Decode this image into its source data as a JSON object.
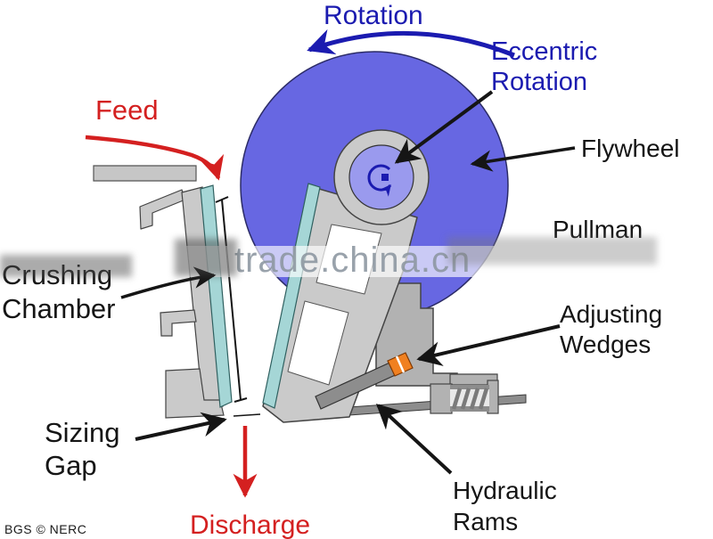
{
  "labels": {
    "rotation": "Rotation",
    "eccentric_rotation": {
      "line1": "Eccentric",
      "line2": "Rotation"
    },
    "flywheel": "Flywheel",
    "pullman": "Pullman",
    "feed": "Feed",
    "crushing_chamber": {
      "line1": "Crushing",
      "line2": "Chamber"
    },
    "sizing_gap": {
      "line1": "Sizing",
      "line2": "Gap"
    },
    "discharge": "Discharge",
    "adjusting_wedges": {
      "line1": "Adjusting",
      "line2": "Wedges"
    },
    "hydraulic_rams": {
      "line1": "Hydraulic",
      "line2": "Rams"
    }
  },
  "watermark": "trade.china.cn",
  "credit": "BGS © NERC",
  "colors": {
    "flywheel_blue": "#6767e2",
    "eccentric_inner_blue": "#9a9aee",
    "machine_gray": "#cacaca",
    "block_gray": "#b2b2b2",
    "bar_gray": "#8d8d8d",
    "jaw_plate_teal": "#a5d6d6",
    "wedge_orange": "#f08020",
    "label_blue": "#1b1bb0",
    "label_red": "#d42020",
    "label_black": "#151515",
    "watermark_gray": "#8c96a0"
  }
}
